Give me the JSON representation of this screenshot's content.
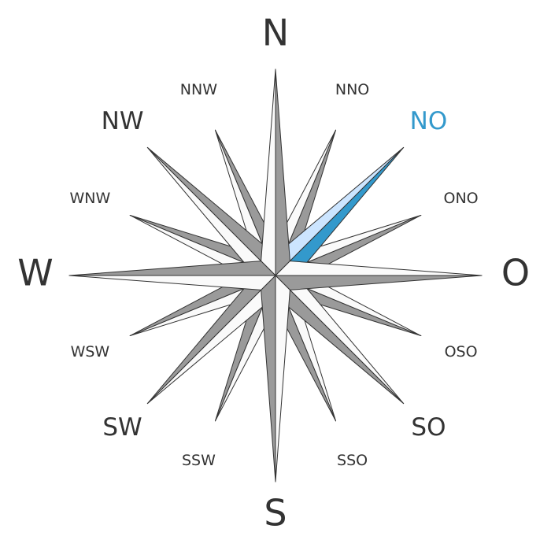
{
  "compass": {
    "highlighted": "NO",
    "colors": {
      "label": "#333333",
      "highlight_label": "#3399cc",
      "light_face": "#fafafa",
      "dark_face": "#9a9a9a",
      "stroke": "#333333",
      "highlight_light": "#cce5ff",
      "highlight_dark": "#3399cc"
    },
    "directions": [
      {
        "label": "N",
        "bearing": 0,
        "tier": "cardinal"
      },
      {
        "label": "NNO",
        "bearing": 22.5,
        "tier": "secondary"
      },
      {
        "label": "NO",
        "bearing": 45,
        "tier": "ordinal"
      },
      {
        "label": "ONO",
        "bearing": 67.5,
        "tier": "secondary"
      },
      {
        "label": "O",
        "bearing": 90,
        "tier": "cardinal"
      },
      {
        "label": "OSO",
        "bearing": 112.5,
        "tier": "secondary"
      },
      {
        "label": "SO",
        "bearing": 135,
        "tier": "ordinal"
      },
      {
        "label": "SSO",
        "bearing": 157.5,
        "tier": "secondary"
      },
      {
        "label": "S",
        "bearing": 180,
        "tier": "cardinal"
      },
      {
        "label": "SSW",
        "bearing": 202.5,
        "tier": "secondary"
      },
      {
        "label": "SW",
        "bearing": 225,
        "tier": "ordinal"
      },
      {
        "label": "WSW",
        "bearing": 247.5,
        "tier": "secondary"
      },
      {
        "label": "W",
        "bearing": 270,
        "tier": "cardinal"
      },
      {
        "label": "WNW",
        "bearing": 292.5,
        "tier": "secondary"
      },
      {
        "label": "NW",
        "bearing": 315,
        "tier": "ordinal"
      },
      {
        "label": "NNW",
        "bearing": 337.5,
        "tier": "secondary"
      }
    ]
  }
}
